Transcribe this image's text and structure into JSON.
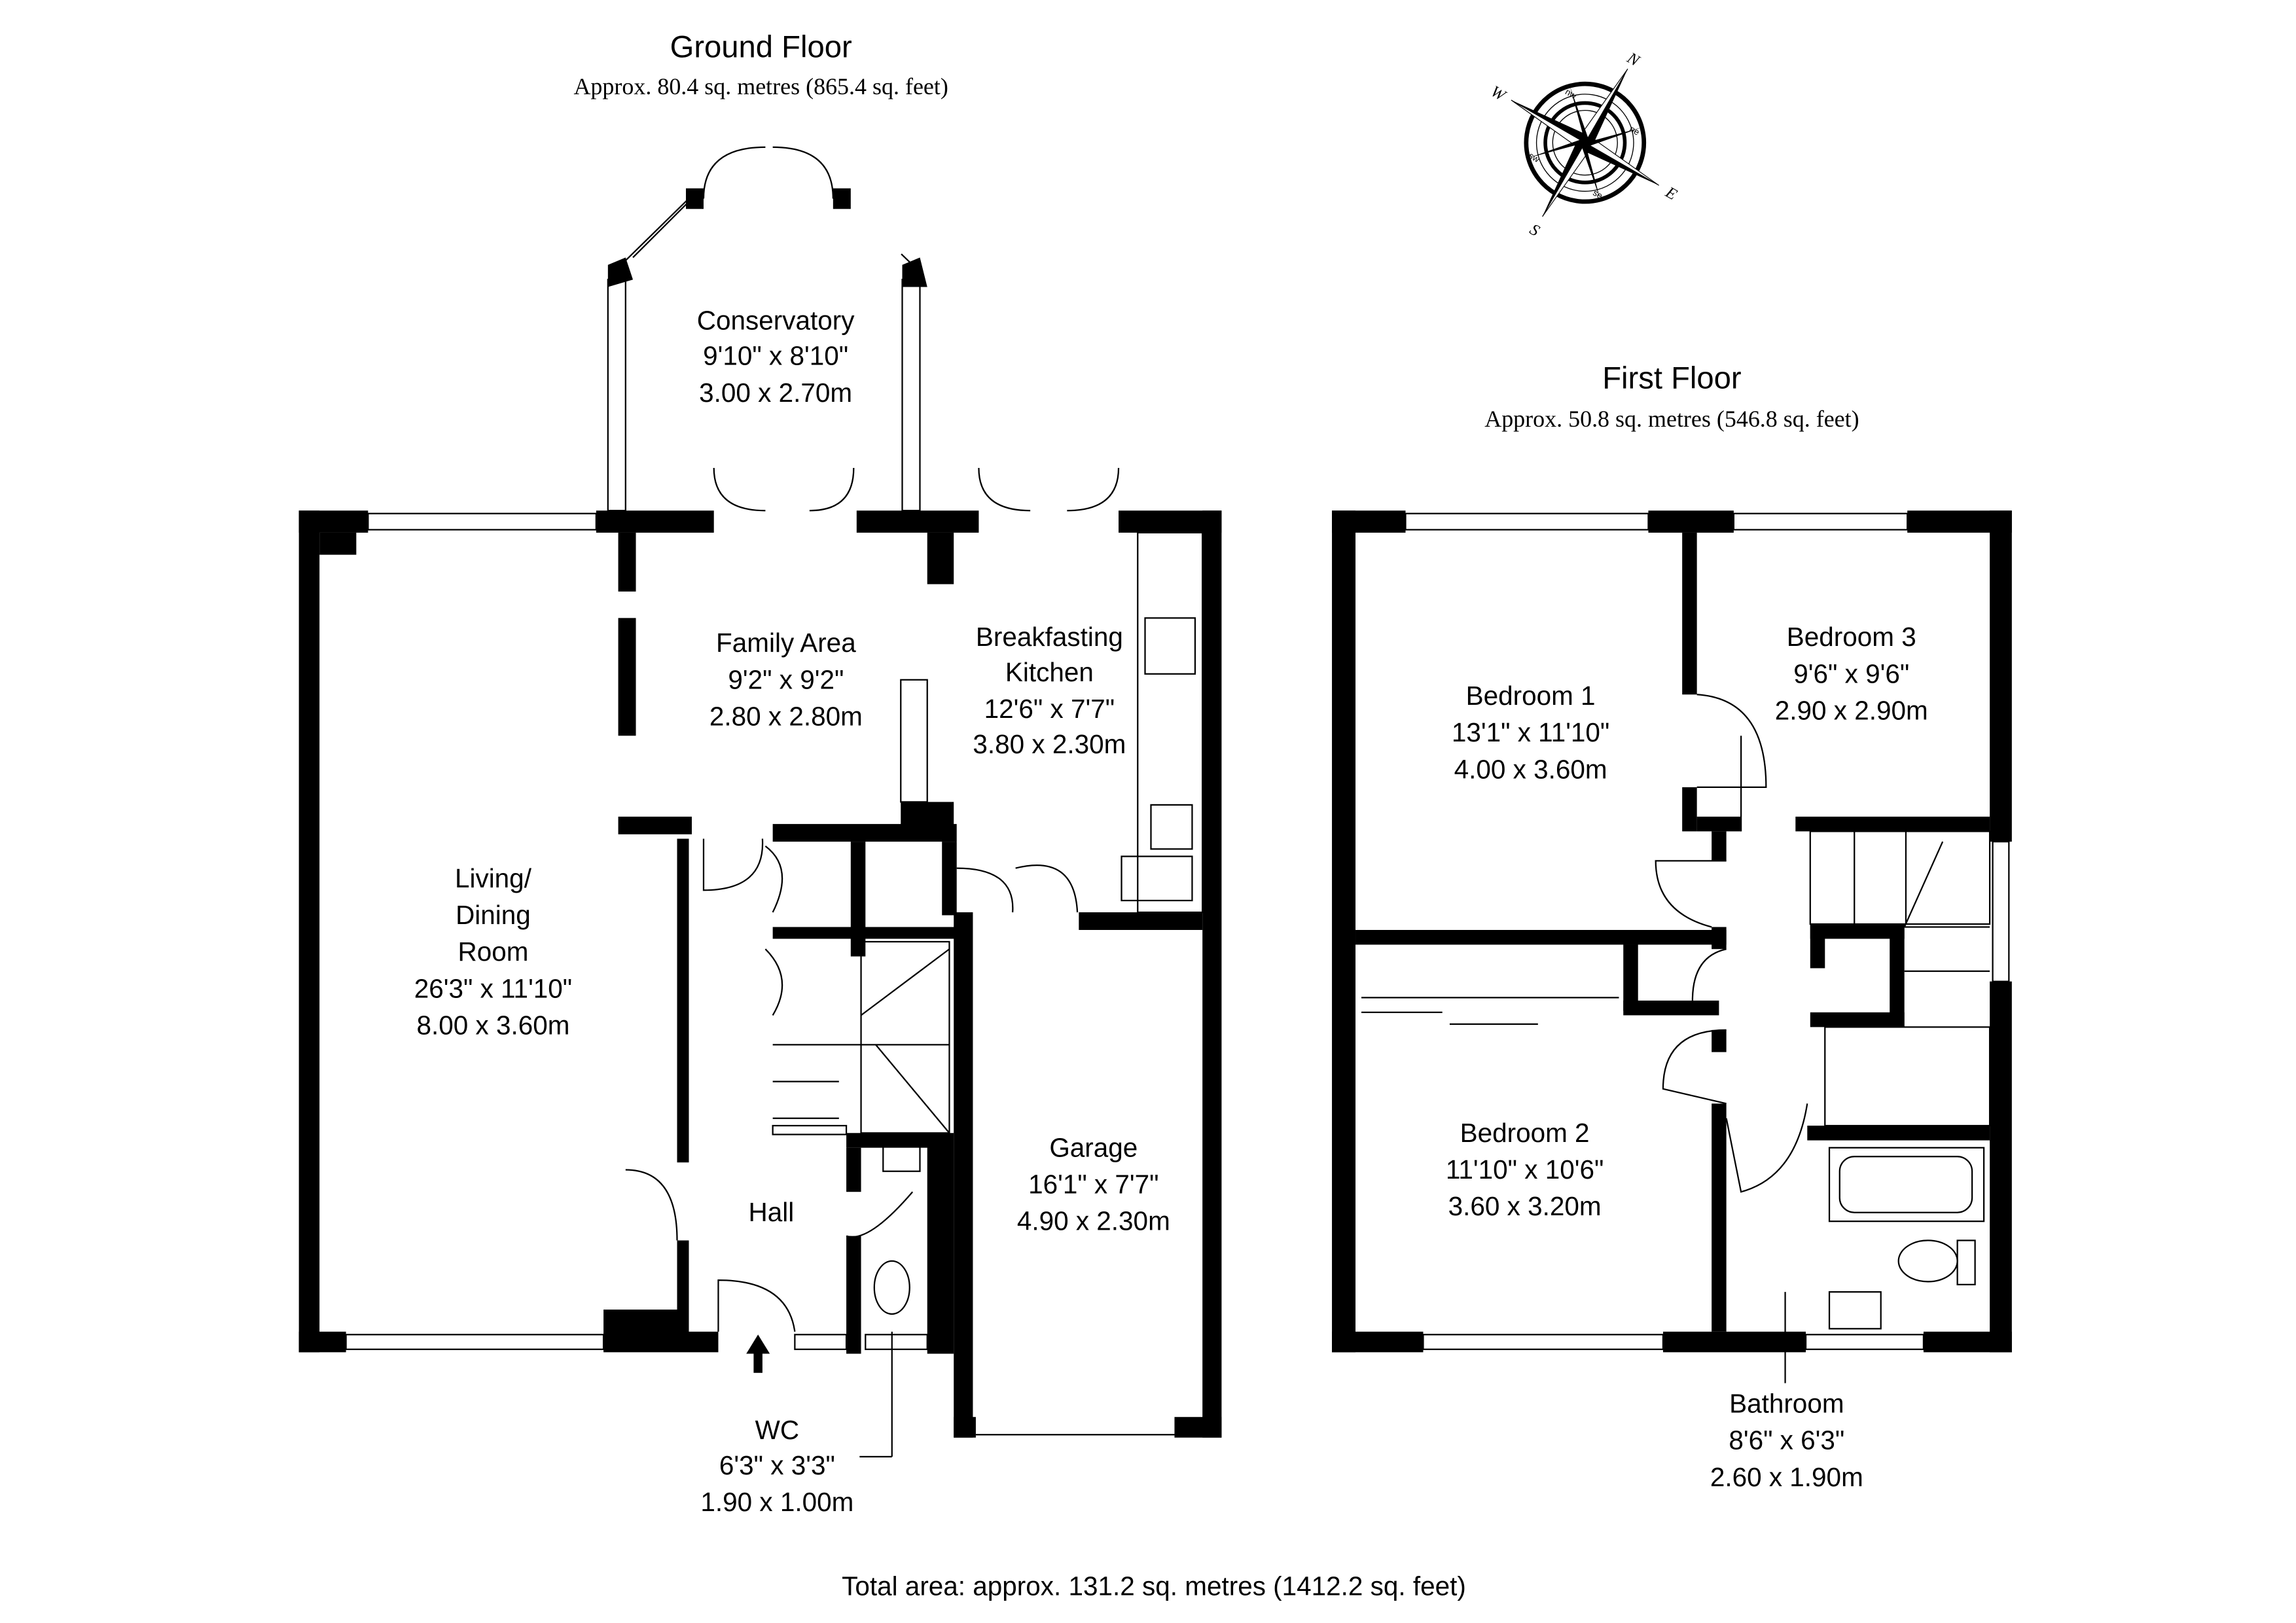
{
  "ground_floor": {
    "title": "Ground Floor",
    "area": "Approx. 80.4 sq. metres (865.4 sq. feet)",
    "rooms": {
      "conservatory": {
        "name": "Conservatory",
        "imperial": "9'10\" x 8'10\"",
        "metric": "3.00 x 2.70m"
      },
      "family_area": {
        "name": "Family Area",
        "imperial": "9'2\" x 9'2\"",
        "metric": "2.80 x 2.80m"
      },
      "kitchen": {
        "name_line1": "Breakfasting",
        "name_line2": "Kitchen",
        "imperial": "12'6\" x 7'7\"",
        "metric": "3.80 x 2.30m"
      },
      "living": {
        "name_line1": "Living/",
        "name_line2": "Dining",
        "name_line3": "Room",
        "imperial": "26'3\" x 11'10\"",
        "metric": "8.00 x 3.60m"
      },
      "hall": {
        "name": "Hall"
      },
      "garage": {
        "name": "Garage",
        "imperial": "16'1\" x 7'7\"",
        "metric": "4.90 x 2.30m"
      },
      "wc": {
        "name": "WC",
        "imperial": "6'3\" x 3'3\"",
        "metric": "1.90 x 1.00m"
      }
    }
  },
  "first_floor": {
    "title": "First Floor",
    "area": "Approx. 50.8 sq. metres (546.8 sq. feet)",
    "rooms": {
      "bedroom1": {
        "name": "Bedroom 1",
        "imperial": "13'1\" x 11'10\"",
        "metric": "4.00 x 3.60m"
      },
      "bedroom3": {
        "name": "Bedroom 3",
        "imperial": "9'6\" x 9'6\"",
        "metric": "2.90 x 2.90m"
      },
      "bedroom2": {
        "name": "Bedroom 2",
        "imperial": "11'10\" x 10'6\"",
        "metric": "3.60 x 3.20m"
      },
      "bathroom": {
        "name": "Bathroom",
        "imperial": "8'6\" x 6'3\"",
        "metric": "2.60 x 1.90m"
      }
    }
  },
  "compass": {
    "n": "N",
    "e": "E",
    "s": "S",
    "w": "W",
    "ne": "ne",
    "nw": "nw",
    "se": "se",
    "sw": "sw"
  },
  "total_area": "Total area: approx. 131.2 sq. metres (1412.2 sq. feet)"
}
